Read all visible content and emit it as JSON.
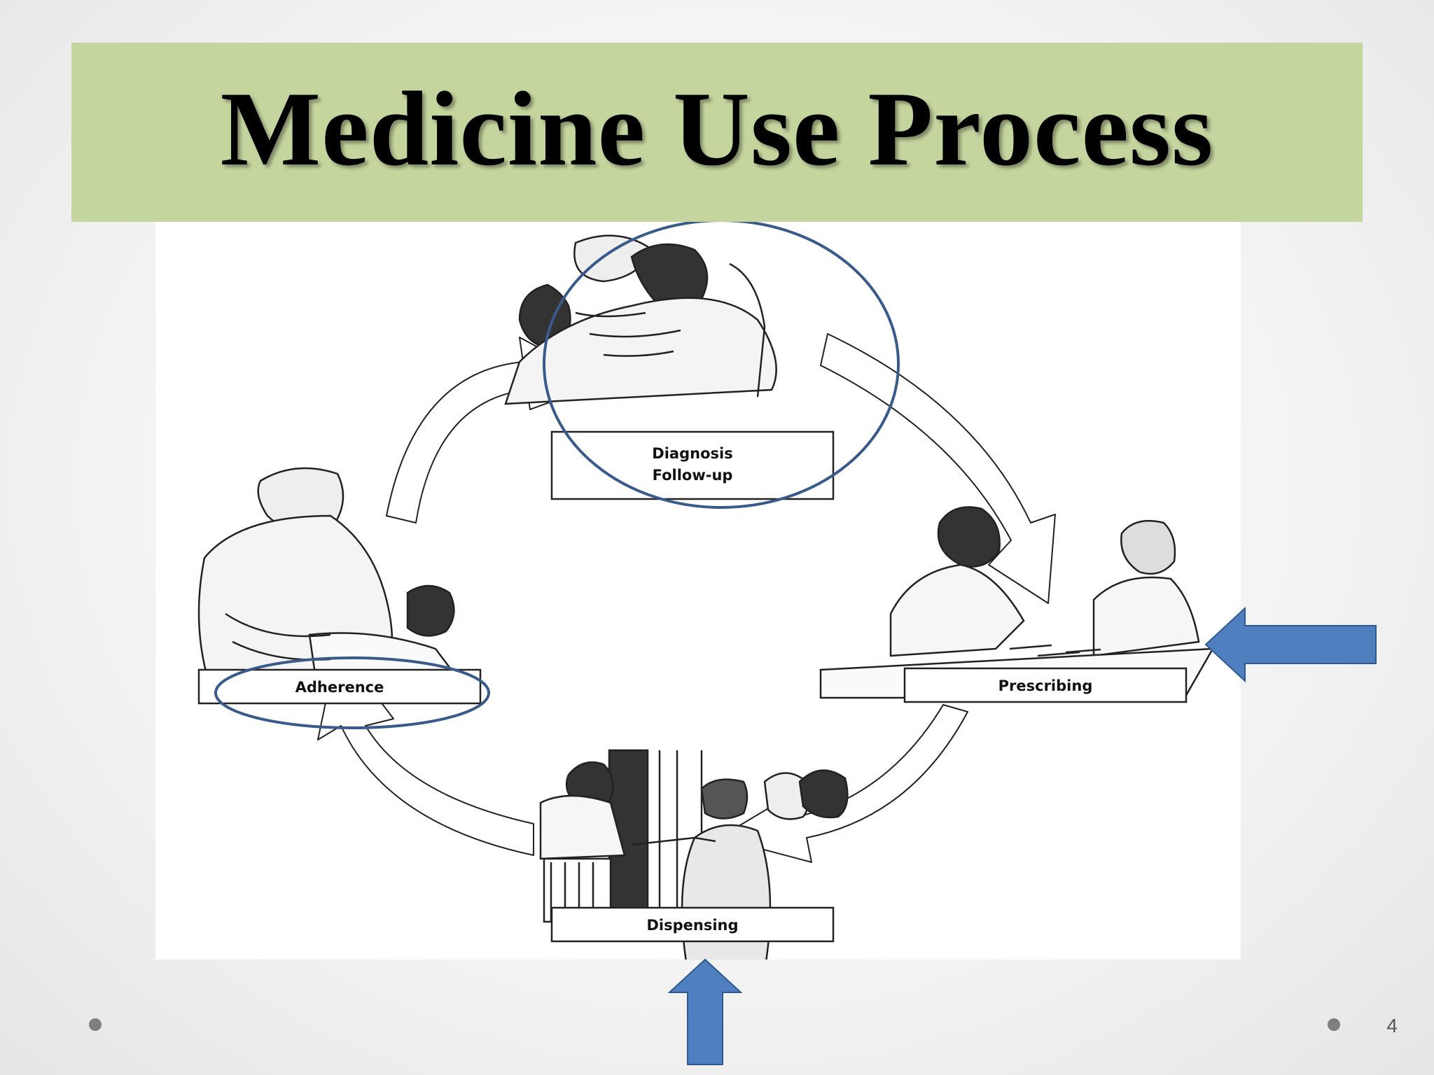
{
  "slide": {
    "title": "Medicine Use Process",
    "page_number": "4"
  },
  "diagram": {
    "stages": [
      {
        "id": "diagnosis",
        "lines": [
          "Diagnosis",
          "Follow-up"
        ]
      },
      {
        "id": "prescribing",
        "lines": [
          "Prescribing"
        ]
      },
      {
        "id": "dispensing",
        "lines": [
          "Dispensing"
        ]
      },
      {
        "id": "adherence",
        "lines": [
          "Adherence"
        ]
      }
    ],
    "cycle_direction": "clockwise",
    "highlights": {
      "circled": [
        "diagnosis",
        "adherence"
      ],
      "arrow_pointed": [
        "prescribing",
        "dispensing"
      ]
    },
    "colors": {
      "title_bar": "#c5d59e",
      "highlight_outline": "#3a5a8a",
      "pointer_arrow": "#4f7fbf"
    }
  }
}
